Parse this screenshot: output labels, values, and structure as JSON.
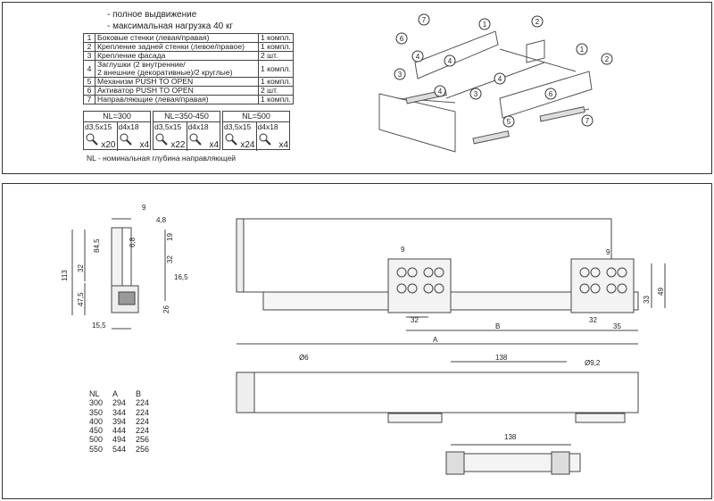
{
  "features": [
    "- полное выдвижение",
    "- максимальная нагрузка 40 кг"
  ],
  "parts": [
    {
      "num": "1",
      "name": "Боковые стенки (левая/правая)",
      "qty": "1 компл."
    },
    {
      "num": "2",
      "name": "Крепление задней стенки (левое/правое)",
      "qty": "1 компл."
    },
    {
      "num": "3",
      "name": "Крепление фасада",
      "qty": "2 шт."
    },
    {
      "num": "4",
      "name": "Заглушки (2 внутренние/",
      "name2": "2 внешние (декоративные)/2 круглые)",
      "qty": "1 компл."
    },
    {
      "num": "5",
      "name": "Механизм PUSH TO OPEN",
      "qty": "1 компл."
    },
    {
      "num": "6",
      "name": "Активатор PUSH TO OPEN",
      "qty": "2 шт."
    },
    {
      "num": "7",
      "name": "Направляющие (левая/правая)",
      "qty": "1 компл."
    }
  ],
  "kits": [
    {
      "title": "NL=300",
      "screw1": "d3,5x15",
      "count1": "x20",
      "screw2": "d4x18",
      "count2": "x4"
    },
    {
      "title": "NL=350-450",
      "screw1": "d3,5x15",
      "count1": "x22",
      "screw2": "d4x18",
      "count2": "x4"
    },
    {
      "title": "NL=500",
      "screw1": "d3,5x15",
      "count1": "x24",
      "screw2": "d4x18",
      "count2": "x4"
    }
  ],
  "note": "NL - номинальная глубина направляющей",
  "callouts": [
    "1",
    "2",
    "3",
    "4",
    "5",
    "6",
    "7"
  ],
  "profile_dims": {
    "d9": "9",
    "d4_8": "4,8",
    "d6_8": "6,8",
    "d19": "19",
    "d84_5": "84,5",
    "d32a": "32",
    "d113": "113",
    "d32b": "32",
    "d16_5": "16,5",
    "d47_5": "47,5",
    "d26": "26",
    "d15_5": "15,5"
  },
  "side_dims": {
    "d9a": "9",
    "d9b": "9",
    "d32": "32",
    "d33": "33",
    "d49": "49",
    "d35": "35",
    "b": "B",
    "a": "A"
  },
  "bottom_dims": {
    "d6": "Ø6",
    "d138a": "138",
    "d9_2": "Ø9,2",
    "d138b": "138"
  },
  "nl_table": {
    "header": [
      "NL",
      "A",
      "B"
    ],
    "rows": [
      [
        "300",
        "294",
        "224"
      ],
      [
        "350",
        "344",
        "224"
      ],
      [
        "400",
        "394",
        "224"
      ],
      [
        "450",
        "444",
        "224"
      ],
      [
        "500",
        "494",
        "256"
      ],
      [
        "550",
        "544",
        "256"
      ]
    ]
  }
}
